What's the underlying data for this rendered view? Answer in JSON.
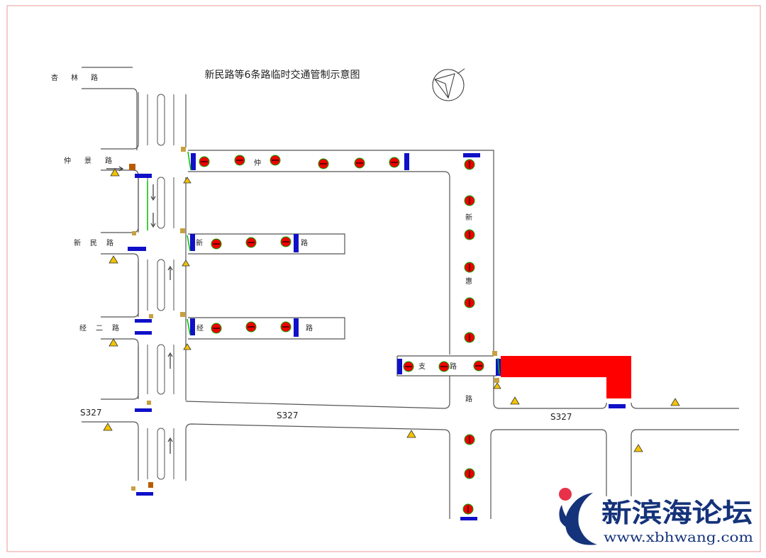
{
  "title": "新民路等6条路临时交通管制示意图",
  "roads": {
    "xinglin": [
      "杏",
      "林",
      "路"
    ],
    "zhongjing": [
      "仲",
      "景",
      "路"
    ],
    "xinmin": [
      "新",
      "民",
      "路"
    ],
    "jinger": [
      "经",
      "二",
      "路"
    ],
    "s327": "S327",
    "zhong_char": "仲",
    "xin_char": "新",
    "lu_char": "路",
    "jing_char": "经",
    "xinhui": [
      "新",
      "惠"
    ],
    "zhilu": [
      "支",
      "路"
    ]
  },
  "colors": {
    "closure": "#ff0000",
    "barrier": "#1010c8",
    "road_line": "#555555",
    "border": "#e89a9a",
    "cone": "#00c000",
    "watermark": "#15337a",
    "watermark_dot": "#e8324a"
  },
  "icons": [
    "compass-icon",
    "no-entry-sign-icon",
    "barrier-icon",
    "warning-sign-icon",
    "cone-icon"
  ],
  "watermark": {
    "name": "新滨海论坛",
    "url": "www.xbhwang.com"
  }
}
